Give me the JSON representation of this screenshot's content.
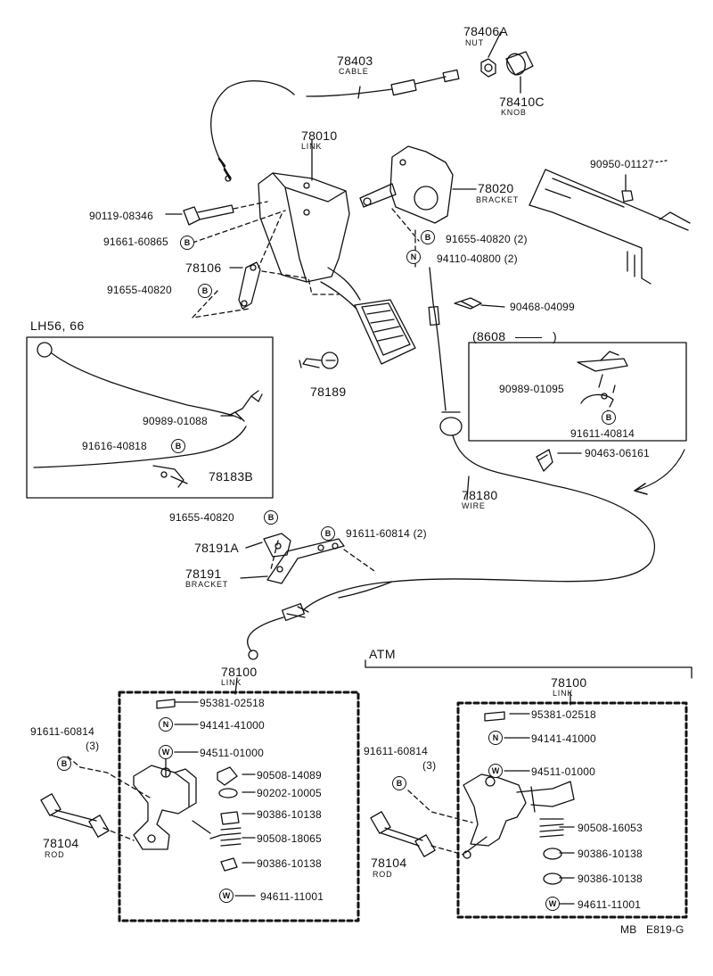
{
  "symbols": {
    "b": "B",
    "n": "N",
    "w": "W"
  },
  "labels": {
    "p78406A": "78406A",
    "nut": "NUT",
    "p78403": "78403",
    "cable": "CABLE",
    "p78410C": "78410C",
    "knob": "KNOB",
    "p78010": "78010",
    "link1": "LINK",
    "p78020": "78020",
    "bracket1": "BRACKET",
    "p90950": "90950-01127",
    "p90119": "90119-08346",
    "p91661": "91661-60865",
    "p91655a": "91655-40820 (2)",
    "p94110": "94110-40800 (2)",
    "p78106": "78106",
    "p91655b": "91655-40820",
    "p90468": "90468-04099",
    "lh": "LH56, 66",
    "p78189": "78189",
    "p8608": "(8608",
    "p8608end": ")",
    "p90989a": "90989-01095",
    "p91611a": "91611-40814",
    "p90989b": "90989-01088",
    "p91616": "91616-40818",
    "p78183B": "78183B",
    "p90463": "90463-06161",
    "p78180": "78180",
    "wire": "WIRE",
    "p91655c": "91655-40820",
    "p91611b": "91611-60814 (2)",
    "p78191A": "78191A",
    "p78191": "78191",
    "bracket2": "BRACKET",
    "atm": "ATM",
    "p78100a": "78100",
    "link2": "LINK",
    "p78100b": "78100",
    "link3": "LINK",
    "p91611c": "91611-60814",
    "qty3a": "(3)",
    "p91611d": "91611-60814",
    "qty3b": "(3)",
    "p78104a": "78104",
    "rod1": "ROD",
    "p78104b": "78104",
    "rod2": "ROD",
    "l95381": "95381-02518",
    "l94141": "94141-41000",
    "l94511": "94511-01000",
    "l90508a": "90508-14089",
    "l90202": "90202-10005",
    "l90386a": "90386-10138",
    "l90508b": "90508-18065",
    "l90386b": "90386-10138",
    "l94611": "94611-11001",
    "r95381": "95381-02518",
    "r94141": "94141-41000",
    "r94511": "94511-01000",
    "r90508": "90508-16053",
    "r90386a": "90386-10138",
    "r90386b": "90386-10138",
    "r94611": "94611-11001",
    "footer": "MB   E819-G"
  }
}
